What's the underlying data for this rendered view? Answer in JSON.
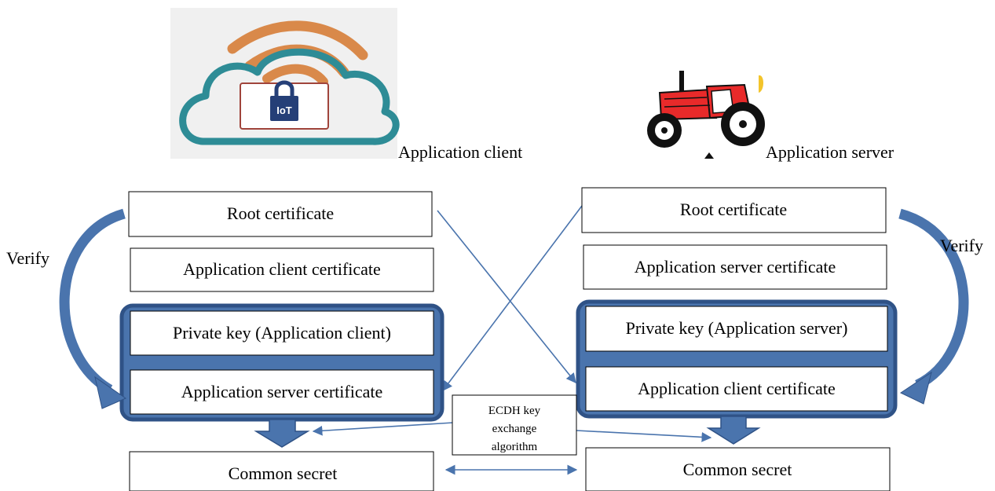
{
  "client": {
    "caption": "Application client",
    "logo_label": "IoT",
    "verify_label": "Verify",
    "root_certificate": "Root certificate",
    "own_certificate": "Application client certificate",
    "private_key": "Private key (Application client)",
    "peer_certificate": "Application server certificate",
    "common_secret": "Common secret"
  },
  "server": {
    "caption": "Application server",
    "verify_label": "Verify",
    "root_certificate": "Root certificate",
    "own_certificate": "Application server certificate",
    "private_key": "Private key (Application server)",
    "peer_certificate": "Application client certificate",
    "common_secret": "Common secret"
  },
  "ecdh": {
    "line1": "ECDH key",
    "line2": "exchange",
    "line3": "algorithm"
  },
  "colors": {
    "arrow_blue": "#4a74ad",
    "arrow_dark": "#2f5286",
    "group_border": "#3c5f94",
    "wifi_orange": "#d9894a",
    "cloud_teal": "#2e8c96",
    "lock_navy": "#253f77",
    "tractor_red": "#e82a2a"
  },
  "icons": [
    "iot-cloud-icon",
    "tractor-icon"
  ]
}
